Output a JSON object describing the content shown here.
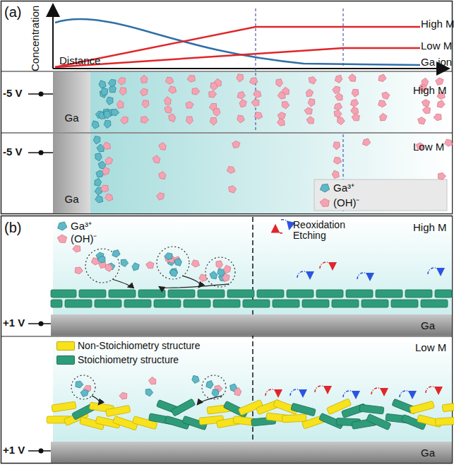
{
  "diagram": {
    "nodes": [
      {
        "text": [
          "Ga"
        ]
      },
      {
        "text": [
          "Ga"
        ]
      },
      {
        "text": [
          "Ga"
        ]
      },
      {
        "text": [
          "Ga"
        ]
      }
    ],
    "labels": [
      "(a)",
      "Concentration",
      "Distance",
      "High M",
      "Low M",
      "Ga ion",
      "-5 V",
      "High M",
      "-5 V",
      "Low M",
      "(b)",
      "High M",
      "+1 V",
      "Low M",
      "+1 V"
    ],
    "legend": [
      {
        "text": "Ga³⁺"
      },
      {
        "text": "(OH)⁻"
      },
      {
        "text": "Ga³⁺"
      },
      {
        "text": "(OH)⁻"
      },
      {
        "text": "Reoxidation Etching"
      },
      {
        "text": "Non-Stoichiometry structure",
        "color": "#f7e21c"
      },
      {
        "text": "Stoichiometry structure",
        "color": "#2e9c79"
      }
    ]
  }
}
